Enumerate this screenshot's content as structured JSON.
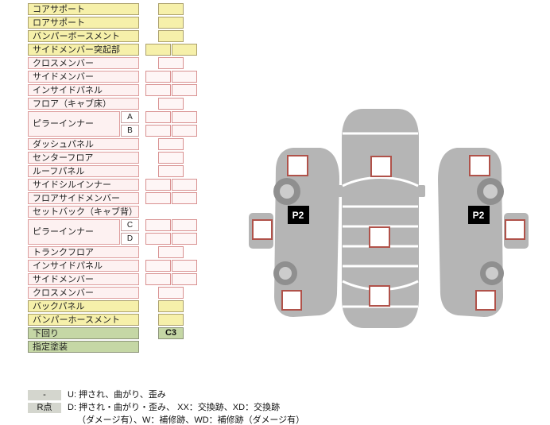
{
  "table": {
    "rows": [
      {
        "label": "コアサポート",
        "color": "yellow",
        "cells": 1
      },
      {
        "label": "ロアサポート",
        "color": "yellow",
        "cells": 1
      },
      {
        "label": "バンパーボースメント",
        "color": "yellow",
        "cells": 1
      },
      {
        "label": "サイドメンバー突起部",
        "color": "yellow",
        "cells": 2
      },
      {
        "label": "クロスメンバー",
        "color": "pink",
        "cells": 1
      },
      {
        "label": "サイドメンバー",
        "color": "pink",
        "cells": 2
      },
      {
        "label": "インサイドパネル",
        "color": "pink",
        "cells": 2
      },
      {
        "label": "フロア（キャブ床）",
        "color": "pink",
        "cells": 1
      },
      {
        "label": "ピラーインナー",
        "color": "pink",
        "subs": [
          {
            "label": "A",
            "cells": 2
          },
          {
            "label": "B",
            "cells": 2
          }
        ]
      },
      {
        "label": "ダッシュパネル",
        "color": "pink",
        "cells": 1
      },
      {
        "label": "センターフロア",
        "color": "pink",
        "cells": 1
      },
      {
        "label": "ルーフパネル",
        "color": "pink",
        "cells": 1
      },
      {
        "label": "サイドシルインナー",
        "color": "pink",
        "cells": 2
      },
      {
        "label": "フロアサイドメンバー",
        "color": "pink",
        "cells": 2
      },
      {
        "label": "セットバック（キャブ背）",
        "color": "pink",
        "cells": 0
      },
      {
        "label": "ピラーインナー",
        "color": "pink",
        "subs": [
          {
            "label": "C",
            "cells": 2
          },
          {
            "label": "D",
            "cells": 2
          }
        ]
      },
      {
        "label": "トランクフロア",
        "color": "pink",
        "cells": 1
      },
      {
        "label": "インサイドパネル",
        "color": "pink",
        "cells": 2
      },
      {
        "label": "サイドメンバー",
        "color": "pink",
        "cells": 2
      },
      {
        "label": "クロスメンバー",
        "color": "pink",
        "cells": 1
      },
      {
        "label": "バックパネル",
        "color": "yellow",
        "cells": 1
      },
      {
        "label": "バンパーホースメント",
        "color": "yellow",
        "cells": 1
      },
      {
        "label": "下回り",
        "color": "green",
        "cells": 1,
        "value": "C3"
      },
      {
        "label": "指定塗装",
        "color": "green",
        "cells": 0
      }
    ]
  },
  "diagram": {
    "left_p2": "P2",
    "right_p2": "P2"
  },
  "legend": {
    "lines": [
      {
        "key": "-",
        "text": "U: 押され、曲がり、歪み"
      },
      {
        "key": "R点",
        "text": "D: 押され・曲がり・歪み、 XX：交換跡、XD：交換跡"
      },
      {
        "key": "",
        "text": "（ダメージ有）、W：補修跡、WD：補修跡（ダメージ有）"
      }
    ]
  },
  "colors": {
    "yellow_fill": "#F6F0AA",
    "pink_fill": "#FDF1F1",
    "pink_border": "#DD9D9D",
    "green_fill": "#C5D7A5",
    "marker_border": "#B0524A",
    "car_gray": "#B5B5B5",
    "p2_bg": "#000000"
  }
}
